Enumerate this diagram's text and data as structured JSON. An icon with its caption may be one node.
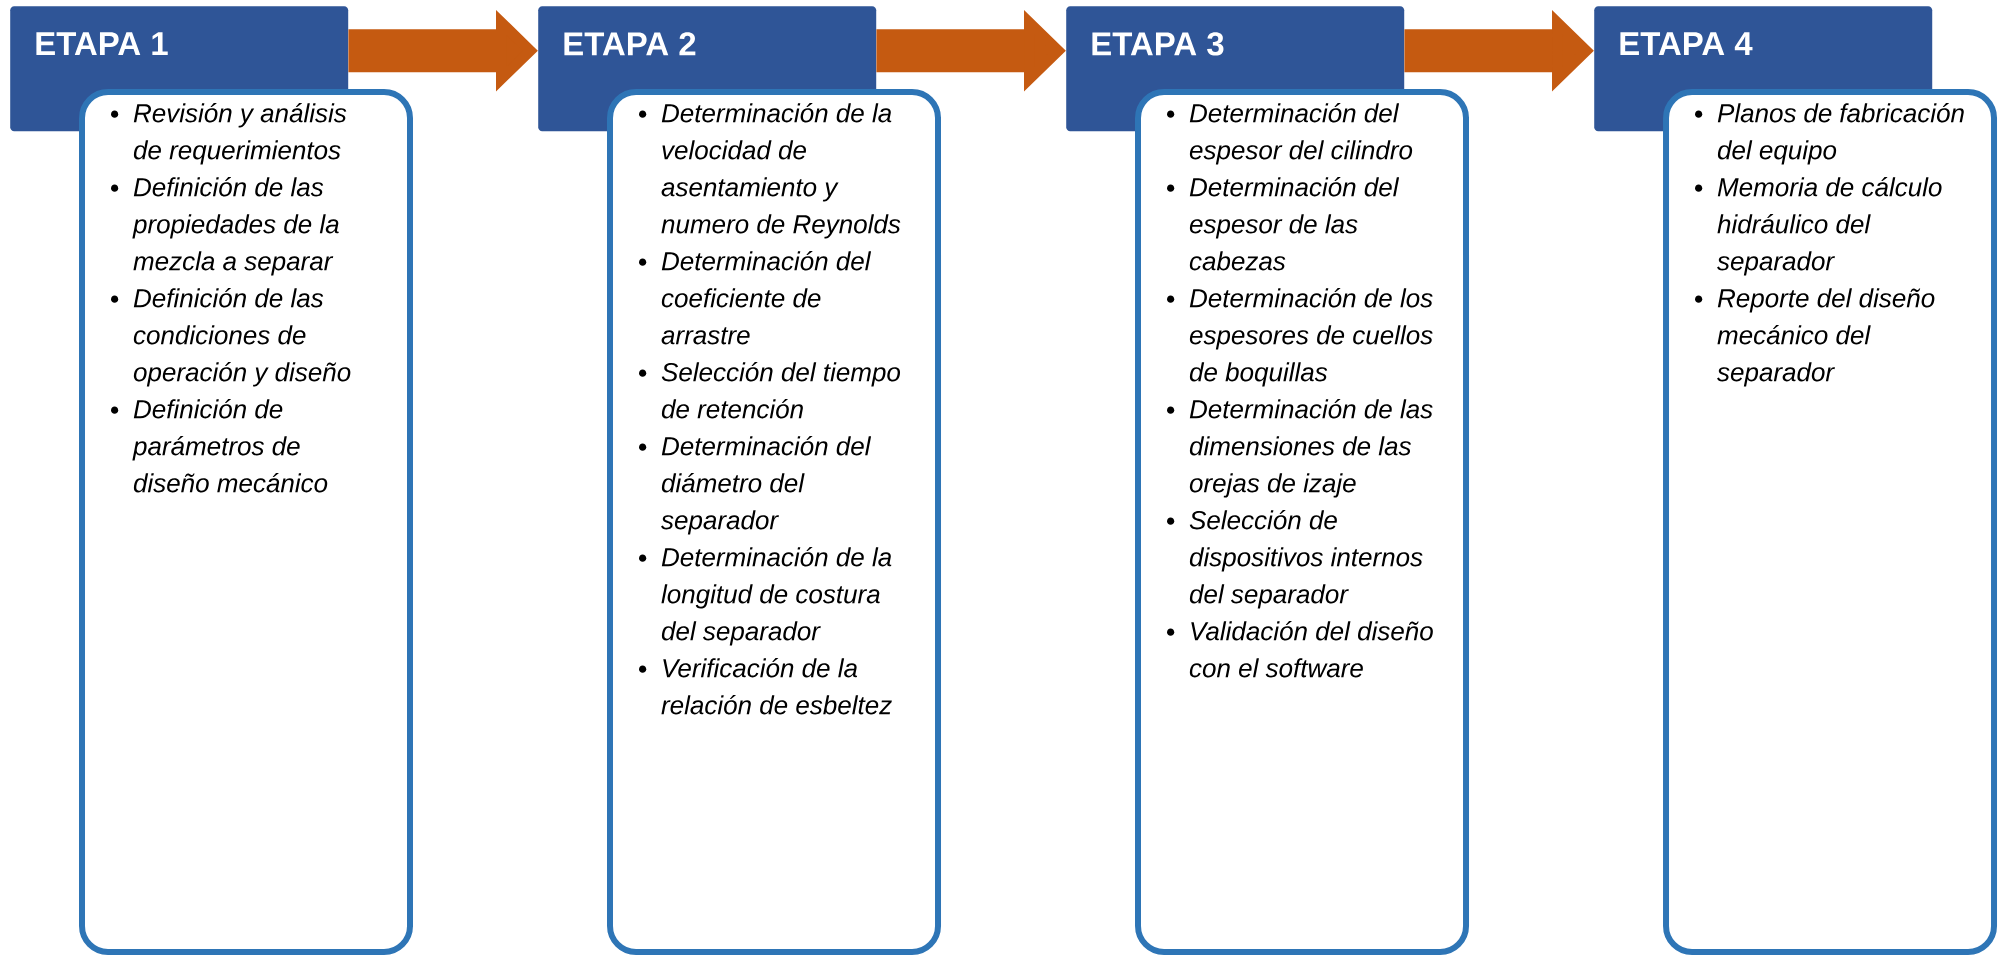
{
  "diagram": {
    "nodes": [
      {
        "text": [
          "ETAPA 1"
        ]
      },
      {
        "text": [
          "Revisión y análisis de requerimientos",
          "Definición de las propiedades de la mezcla a separar",
          "Definición de las condiciones de operación y diseño",
          "Definición de parámetros de diseño mecánico"
        ]
      },
      {
        "text": [
          "ETAPA 2"
        ]
      },
      {
        "text": [
          "Determinación de la velocidad de asentamiento y numero de Reynolds",
          "Determinación del coeficiente de arrastre",
          "Selección del tiempo de retención",
          "Determinación del diámetro del separador",
          "Determinación de la longitud de costura del separador",
          "Verificación de la relación de esbeltez"
        ]
      },
      {
        "text": [
          "ETAPA 3"
        ]
      },
      {
        "text": [
          "Determinación del espesor del cilindro",
          "Determinación del espesor de las cabezas",
          "Determinación de los espesores de cuellos de boquillas",
          "Determinación de las dimensiones de las orejas de izaje",
          "Selección de dispositivos internos  del separador",
          "Validación del diseño con el software"
        ]
      },
      {
        "text": [
          "ETAPA 4"
        ]
      },
      {
        "text": [
          "Planos de fabricación del equipo",
          "Memoria de cálculo hidráulico del separador",
          "Reporte del diseño mecánico del separador"
        ]
      }
    ],
    "edges": [
      {
        "from": 0,
        "to": 2,
        "arrow": "to"
      },
      {
        "from": 2,
        "to": 4,
        "arrow": "to"
      },
      {
        "from": 4,
        "to": 6,
        "arrow": "to"
      }
    ]
  }
}
